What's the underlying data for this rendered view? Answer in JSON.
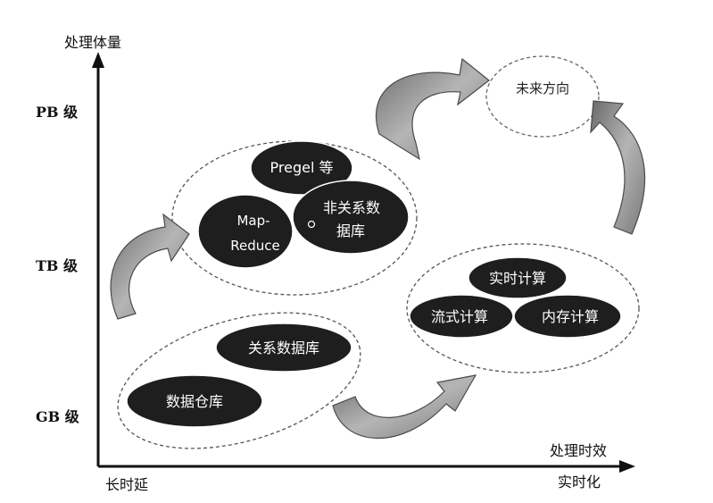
{
  "axes": {
    "y_title": "处理体量",
    "x_title": "处理时效",
    "x_start": "长时延",
    "x_end": "实时化",
    "levels": [
      "PB 级",
      "TB 级",
      "GB 级"
    ]
  },
  "groups": {
    "batch": {
      "items": [
        "Pregel 等",
        "Map-",
        "Reduce",
        "非关系数",
        "据库"
      ]
    },
    "realtime": {
      "items": [
        "实时计算",
        "流式计算",
        "内存计算"
      ]
    },
    "traditional": {
      "items": [
        "关系数据库",
        "数据仓库"
      ]
    },
    "future": {
      "label": "未来方向"
    }
  },
  "colors": {
    "ellipse_fill": "#1e1e1e",
    "ellipse_text": "#ffffff",
    "arrow_fill": "#9a9a9a",
    "axis": "#111111",
    "dashed": "#555555"
  }
}
